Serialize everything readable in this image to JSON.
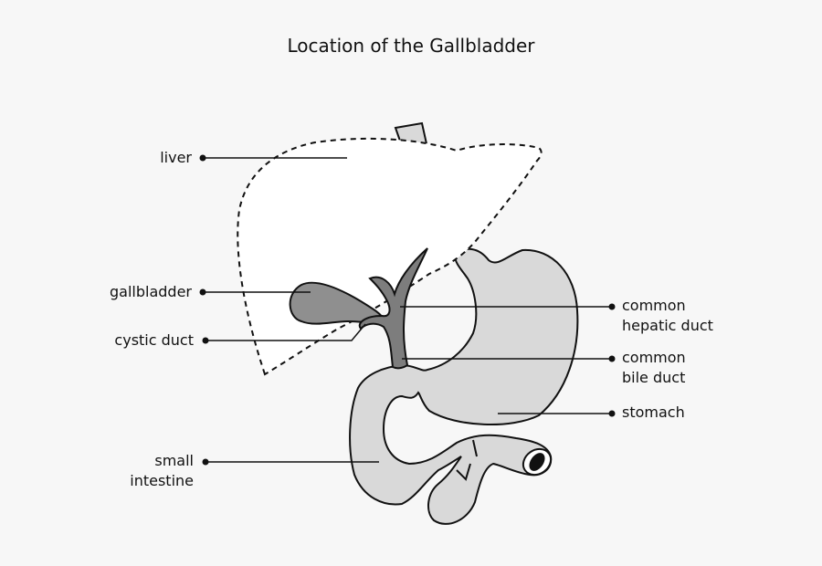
{
  "title": "Location of the Gallbladder",
  "labels": {
    "liver": "liver",
    "gallbladder": "gallbladder",
    "cystic_duct": "cystic duct",
    "small_intestine": [
      "small",
      "intestine"
    ],
    "common_hepatic_duct": [
      "common",
      "hepatic duct"
    ],
    "common_bile_duct": [
      "common",
      "bile duct"
    ],
    "stomach": "stomach"
  },
  "colors": {
    "background": "#f7f7f7",
    "organ_fill": "#d9d9d9",
    "gallbladder_fill": "#8f8f8f",
    "duct_fill": "#7d7d7d",
    "liver_fill": "#ffffff",
    "outline": "#111111"
  }
}
